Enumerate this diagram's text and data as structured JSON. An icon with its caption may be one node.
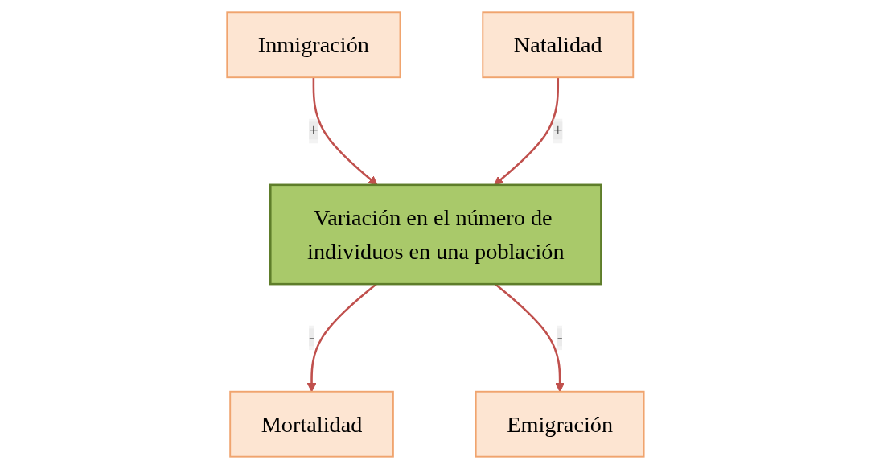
{
  "diagram": {
    "nodes": [
      {
        "text": [
          "Inmigración"
        ]
      },
      {
        "text": [
          "Natalidad"
        ]
      },
      {
        "text": [
          "Variación en el número de individuos en una población"
        ]
      },
      {
        "text": [
          "Mortalidad"
        ]
      },
      {
        "text": [
          "Emigración"
        ]
      }
    ],
    "edges": [
      {
        "from": 0,
        "to": 2,
        "arrow": "to",
        "label": "+"
      },
      {
        "from": 1,
        "to": 2,
        "arrow": "to",
        "label": "+"
      },
      {
        "from": 2,
        "to": 3,
        "arrow": "to",
        "label": "-"
      },
      {
        "from": 2,
        "to": 4,
        "arrow": "to",
        "label": "-"
      }
    ]
  }
}
